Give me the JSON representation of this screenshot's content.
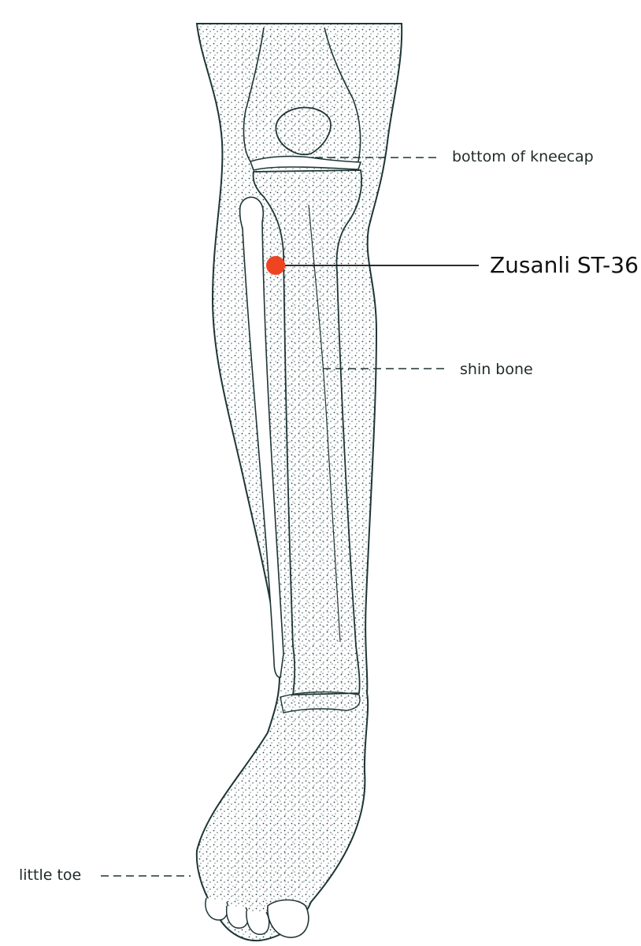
{
  "labels": {
    "kneecap": "bottom of kneecap",
    "point": "Zusanli ST-36",
    "shin": "shin bone",
    "toe": "little toe"
  },
  "colors": {
    "outline": "#1f3535",
    "stipple": "#2d4848",
    "acupoint": "#ee4422",
    "background": "#ffffff"
  }
}
